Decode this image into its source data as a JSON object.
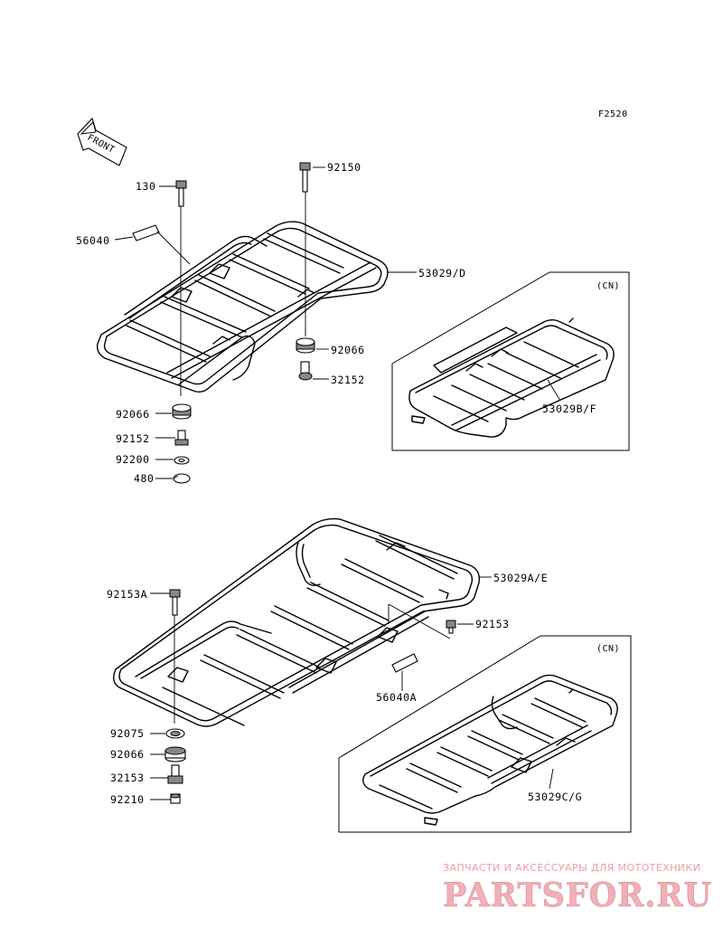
{
  "figure_id": "F2520",
  "front_indicator": "FRONT",
  "labels": {
    "p130": "130",
    "p92150": "92150",
    "p56040": "56040",
    "p53029D": "53029/D",
    "p92066_top": "92066",
    "p32152": "32152",
    "p92066_left": "92066",
    "p92152": "92152",
    "p92200": "92200",
    "p480": "480",
    "p92153A": "92153A",
    "p53029AE": "53029A/E",
    "p92153": "92153",
    "p56040A": "56040A",
    "p92075": "92075",
    "p92066_bottom": "92066",
    "p32153": "32153",
    "p92210": "92210",
    "p53029BF": "53029B/F",
    "p53029CG": "53029C/G"
  },
  "variant_boxes": {
    "upper": "(CN)",
    "lower": "(CN)"
  },
  "watermark": {
    "tagline": "ЗАПЧАСТИ И АКСЕССУАРЫ ДЛЯ МОТОТЕХНИКИ",
    "brand": "PARTSFOR.RU"
  }
}
